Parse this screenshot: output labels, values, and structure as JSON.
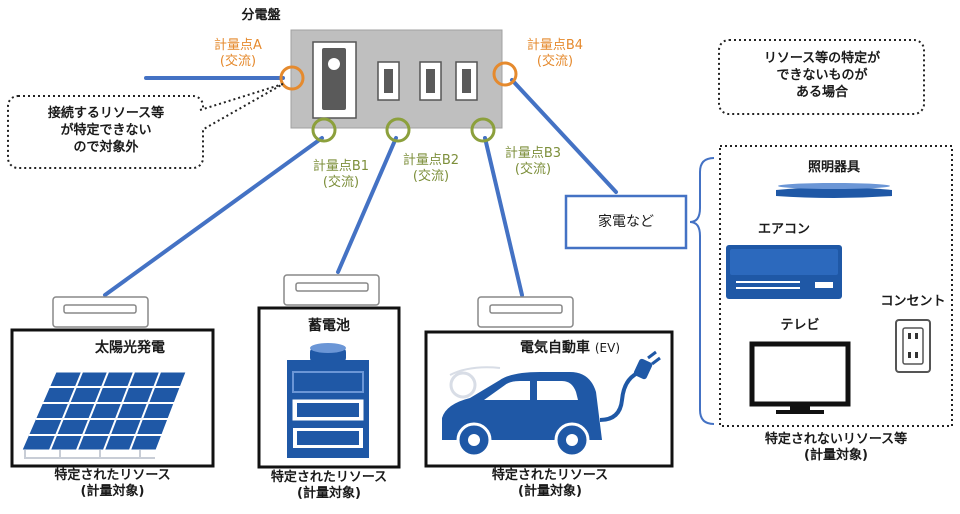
{
  "panel": {
    "title": "分電盤"
  },
  "meters": {
    "a": {
      "name": "計量点A",
      "type": "(交流)"
    },
    "b1": {
      "name": "計量点B1",
      "type": "(交流)"
    },
    "b2": {
      "name": "計量点B2",
      "type": "(交流)"
    },
    "b3": {
      "name": "計量点B3",
      "type": "(交流)"
    },
    "b4": {
      "name": "計量点B4",
      "type": "(交流)"
    }
  },
  "notes": {
    "left": [
      "接続するリソース等",
      "が特定できない",
      "ので対象外"
    ],
    "right": [
      "リソース等の特定が",
      "できないものが",
      "ある場合"
    ]
  },
  "appliances_box": {
    "label": "家電など"
  },
  "resources": {
    "solar": {
      "name": "太陽光発電",
      "caption": [
        "特定されたリソース",
        "(計量対象)"
      ]
    },
    "battery": {
      "name": "蓄電池",
      "caption": [
        "特定されたリソース",
        "(計量対象)"
      ]
    },
    "ev": {
      "name": "電気自動車",
      "suffix": "(EV)",
      "caption": [
        "特定されたリソース",
        "(計量対象)"
      ]
    }
  },
  "unidentified": {
    "lighting": "照明器具",
    "aircon": "エアコン",
    "outlet": "コンセント",
    "tv": "テレビ",
    "caption": [
      "特定されないリソース等",
      "(計量対象)"
    ]
  },
  "colors": {
    "line_blue": "#4472c4",
    "device_blue": "#1f58a6",
    "orange_marker": "#e58a2e",
    "green_marker": "#8ca03c",
    "panel_gray": "#bfbfbf"
  }
}
